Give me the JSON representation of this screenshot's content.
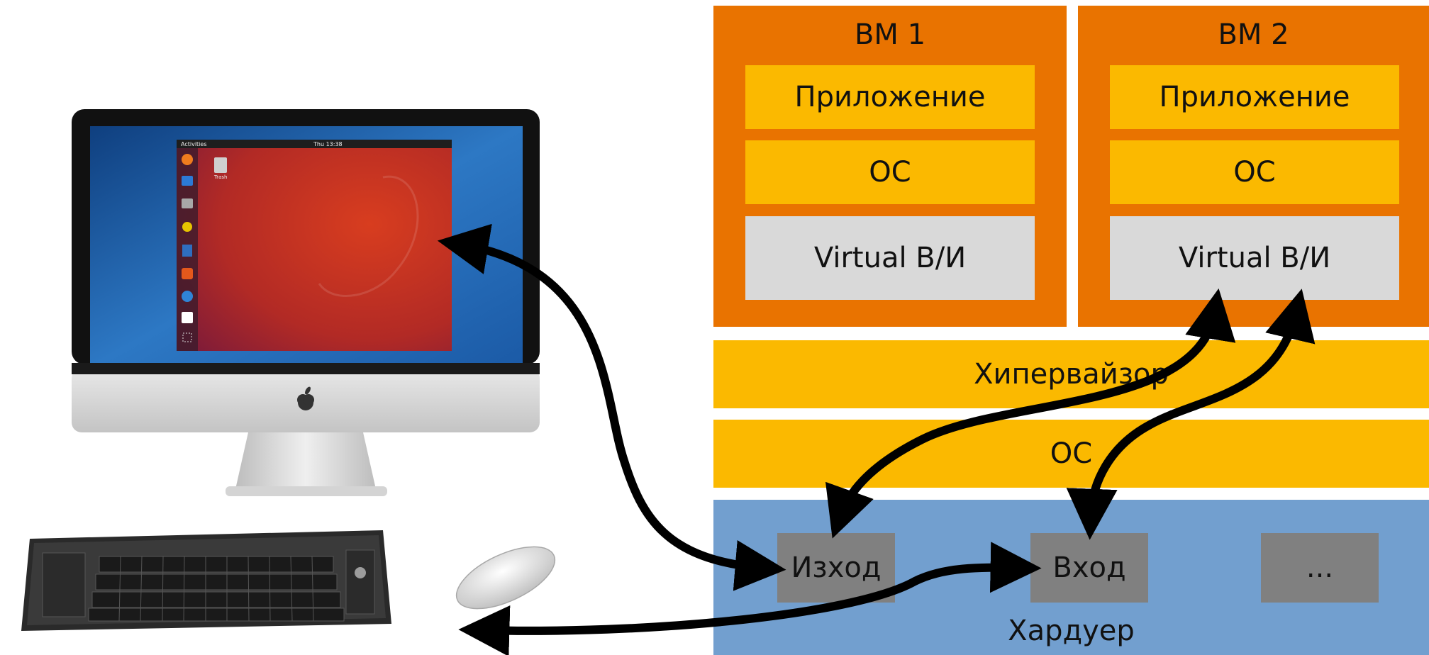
{
  "colors": {
    "vm_box": "#E97300",
    "layer_yellow": "#FBB900",
    "virtual_io": "#D9D9D9",
    "hardware": "#729FCF",
    "hw_device": "#808080",
    "arrow": "#000000"
  },
  "vm1": {
    "title": "ВМ 1",
    "app": "Приложение",
    "os": "ОС",
    "virtual_io": "Virtual В/И"
  },
  "vm2": {
    "title": "ВМ 2",
    "app": "Приложение",
    "os": "ОС",
    "virtual_io": "Virtual В/И"
  },
  "hypervisor": {
    "label": "Хипервайзор"
  },
  "host_os": {
    "label": "ОС"
  },
  "hardware": {
    "label": "Хардуер",
    "output": "Изход",
    "input": "Вход",
    "more": "..."
  },
  "computer": {
    "icons": [
      "monitor-icon",
      "keyboard-icon",
      "mouse-icon"
    ],
    "screen_topbar_left": "Activities",
    "screen_topbar_center": "Thu 13:38",
    "trash_label": "Trash"
  }
}
